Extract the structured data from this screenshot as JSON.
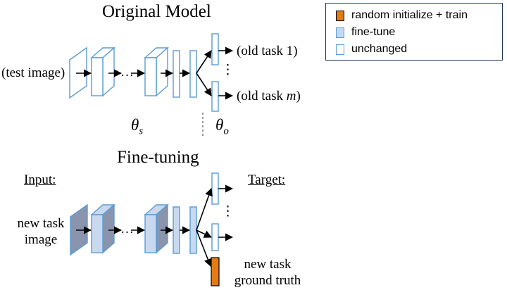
{
  "legend": {
    "items": [
      {
        "label": "random initialize + train",
        "color": "#e37b10",
        "border": "#000000"
      },
      {
        "label": "fine-tune",
        "color": "#c8d9ef",
        "border": "#5b9bd5"
      },
      {
        "label": "unchanged",
        "color": "#ffffff",
        "border": "#5b9bd5"
      }
    ]
  },
  "original": {
    "title": "Original Model",
    "input_label": "(test image)",
    "ellipsis": "…",
    "vdots": "⋮",
    "output_1": "(old task 1)",
    "output_m_prefix": "(old task ",
    "output_m_var": "m",
    "output_m_suffix": ")",
    "theta_s": "θ",
    "theta_s_sub": "s",
    "theta_o": "θ",
    "theta_o_sub": "o"
  },
  "finetuning": {
    "title": "Fine-tuning",
    "input_heading": "Input:",
    "target_heading": "Target:",
    "input_line1": "new task",
    "input_line2": "image",
    "ellipsis": "…",
    "vdots": "⋮",
    "target_line1": "new task",
    "target_line2": "ground truth"
  },
  "colors": {
    "unchanged_border": "#5b9bd5",
    "finetune_fill": "#c8d9ef",
    "input_fill": "#8a94ad",
    "new_head_fill": "#e37b10"
  }
}
